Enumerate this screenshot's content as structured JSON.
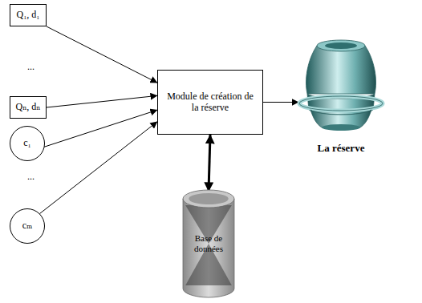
{
  "diagram": {
    "nodes": [
      {
        "text": [
          "Q₁, d₁"
        ]
      },
      {
        "text": [
          "Qₙ, dₙ"
        ]
      },
      {
        "text": [
          "c₁"
        ]
      },
      {
        "text": [
          "cₘ"
        ]
      },
      {
        "text": [
          "Module de création de la réserve"
        ]
      },
      {
        "text": [
          "La réserve"
        ]
      },
      {
        "text": [
          "Base de données"
        ]
      }
    ],
    "edges": [
      {
        "from": 0,
        "to": 4,
        "arrow": "to"
      },
      {
        "from": 1,
        "to": 4,
        "arrow": "to"
      },
      {
        "from": 2,
        "to": 4,
        "arrow": "to"
      },
      {
        "from": 3,
        "to": 4,
        "arrow": "to"
      },
      {
        "from": 4,
        "to": 5,
        "arrow": "to"
      },
      {
        "from": 4,
        "to": 6,
        "arrow": "both"
      }
    ],
    "labels": [
      "...",
      "..."
    ]
  }
}
